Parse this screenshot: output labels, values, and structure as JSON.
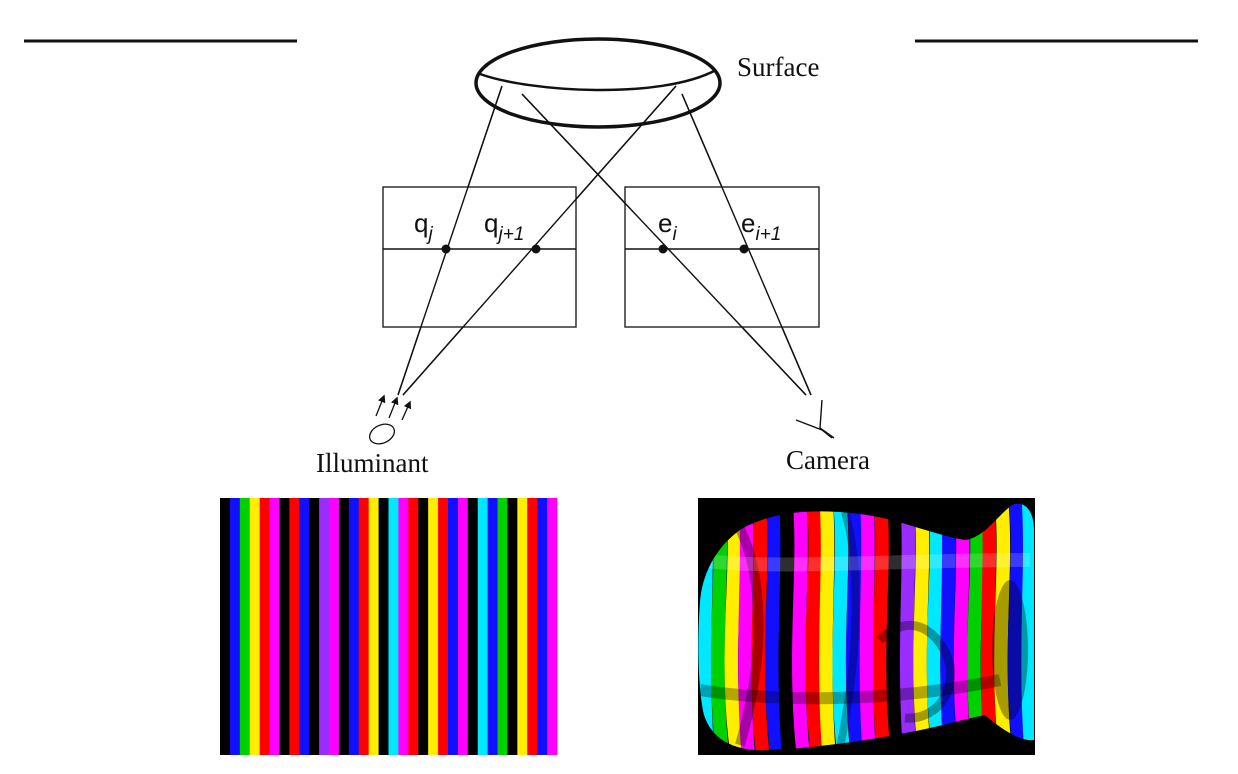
{
  "labels": {
    "surface": "Surface",
    "illuminant": "Illuminant",
    "camera": "Camera"
  },
  "points": {
    "q_j": {
      "base": "q",
      "sub": "j"
    },
    "q_j1": {
      "base": "q",
      "sub": "j+1"
    },
    "e_i": {
      "base": "e",
      "sub": "i"
    },
    "e_i1": {
      "base": "e",
      "sub": "i+1"
    }
  },
  "stripe_palette": {
    "black": "#000000",
    "blue": "#1010ff",
    "green": "#00d000",
    "yellow": "#ffee00",
    "red": "#ff0000",
    "magenta": "#ff00ff",
    "cyan": "#00e8ff",
    "white": "#ffffff",
    "purple": "#9a2cff",
    "darkred": "#c00000"
  },
  "projected_pattern": [
    "black",
    "blue",
    "green",
    "yellow",
    "red",
    "magenta",
    "black",
    "red",
    "blue",
    "black",
    "purple",
    "magenta",
    "black",
    "blue",
    "red",
    "yellow",
    "black",
    "cyan",
    "magenta",
    "red",
    "black",
    "yellow",
    "red",
    "blue",
    "magenta",
    "black",
    "cyan",
    "blue",
    "green",
    "black",
    "yellow",
    "red",
    "blue",
    "magenta"
  ],
  "captured_pattern": [
    "cyan",
    "green",
    "yellow",
    "magenta",
    "red",
    "blue",
    "black",
    "magenta",
    "red",
    "yellow",
    "cyan",
    "blue",
    "magenta",
    "red",
    "black",
    "purple",
    "yellow",
    "cyan",
    "blue",
    "magenta",
    "green",
    "red",
    "yellow",
    "blue",
    "cyan"
  ]
}
